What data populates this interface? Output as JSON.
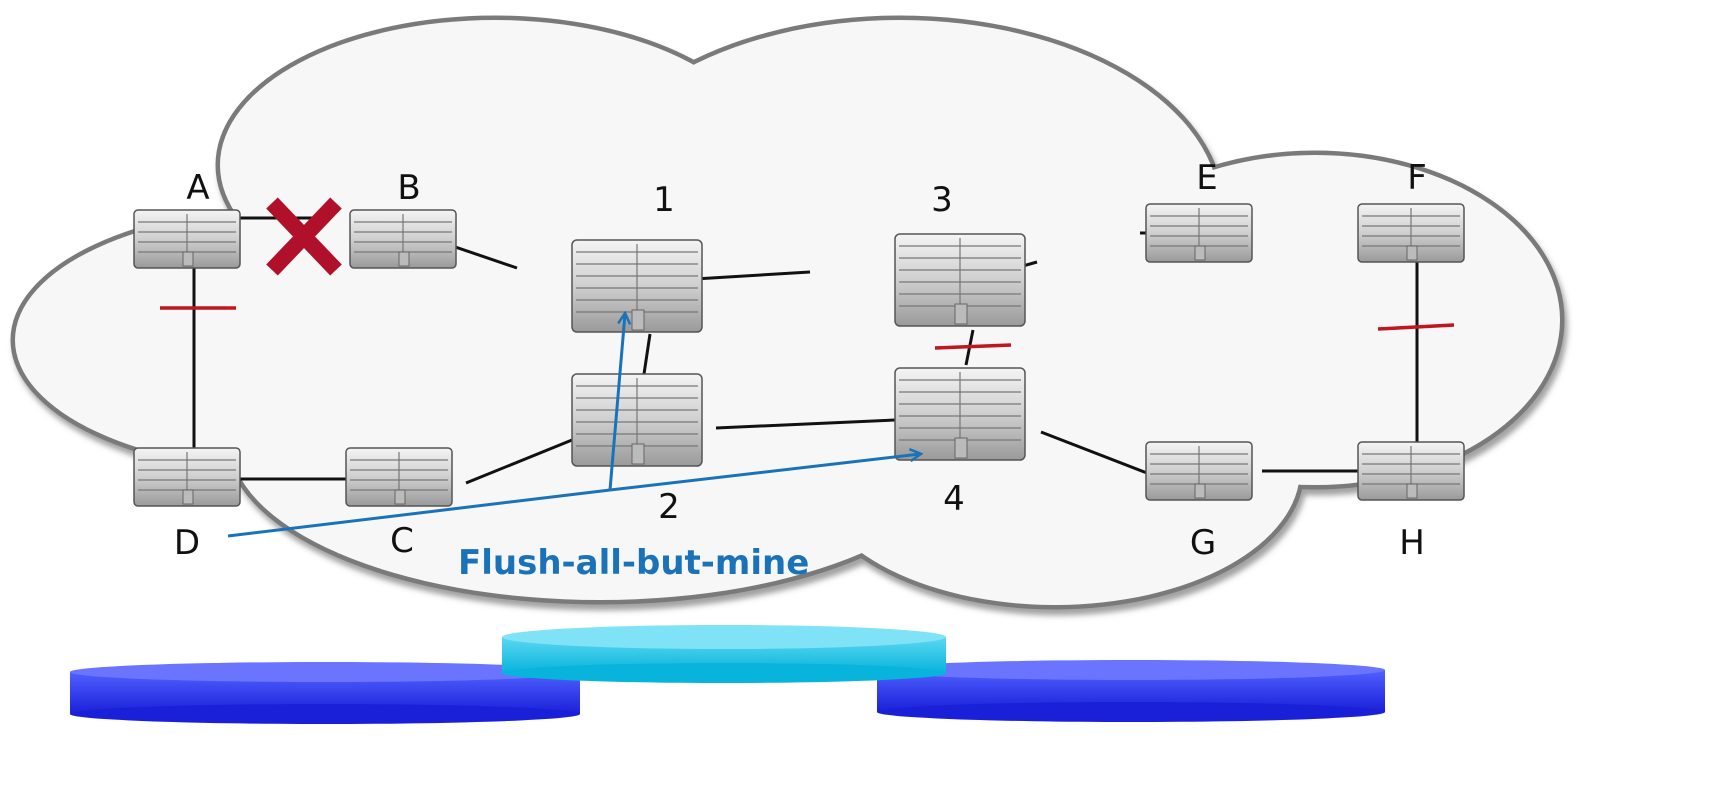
{
  "colors": {
    "cloud_fill": "#f7f7f7",
    "cloud_stroke": "#7a7a7a",
    "link": "#111111",
    "blocked_mark": "#c0161d",
    "failure_mark": "#b0102a",
    "flush_arrow": "#1a73b8",
    "ring_blue": "#2f3cf0",
    "ring_cyan": "#1fc3e6"
  },
  "icons": {
    "switch": "switch-icon",
    "failure": "failure-x-icon",
    "blocked_port": "blocked-port-icon"
  },
  "nodes": {
    "A": "A",
    "B": "B",
    "C": "C",
    "D": "D",
    "E": "E",
    "F": "F",
    "G": "G",
    "H": "H",
    "n1": "1",
    "n2": "2",
    "n3": "3",
    "n4": "4"
  },
  "caption": "Flush-all-but-mine"
}
